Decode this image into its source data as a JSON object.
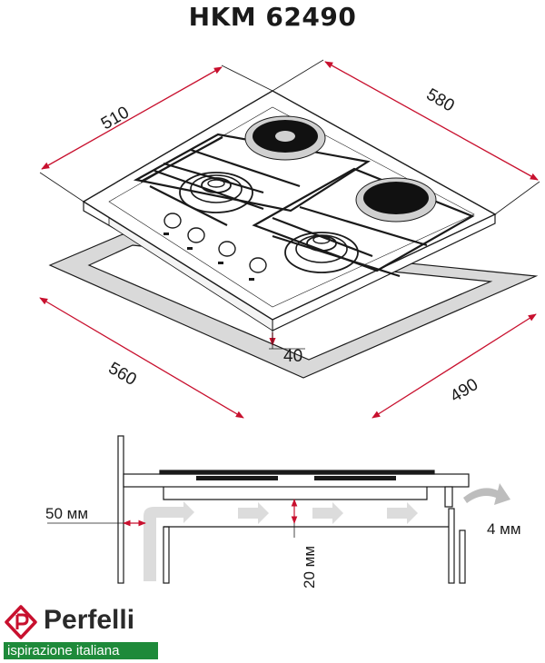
{
  "title": "HKM 62490",
  "dimensions": {
    "depth_top": "510",
    "width_top": "580",
    "cutout_depth": "560",
    "cutout_width": "490",
    "height": "40",
    "clearance_side": "50 мм",
    "clearance_bottom": "20 мм",
    "clearance_front": "4 мм"
  },
  "brand": {
    "name": "Perfelli",
    "tagline": "ispirazione italiana"
  },
  "colors": {
    "dimension_line": "#c8102e",
    "outline": "#1a1a1a",
    "cutout_fill": "#d9d9d9",
    "airflow_arrow": "#dcdcdc",
    "brand_green": "#1e8a3a",
    "brand_red": "#c8102e"
  }
}
